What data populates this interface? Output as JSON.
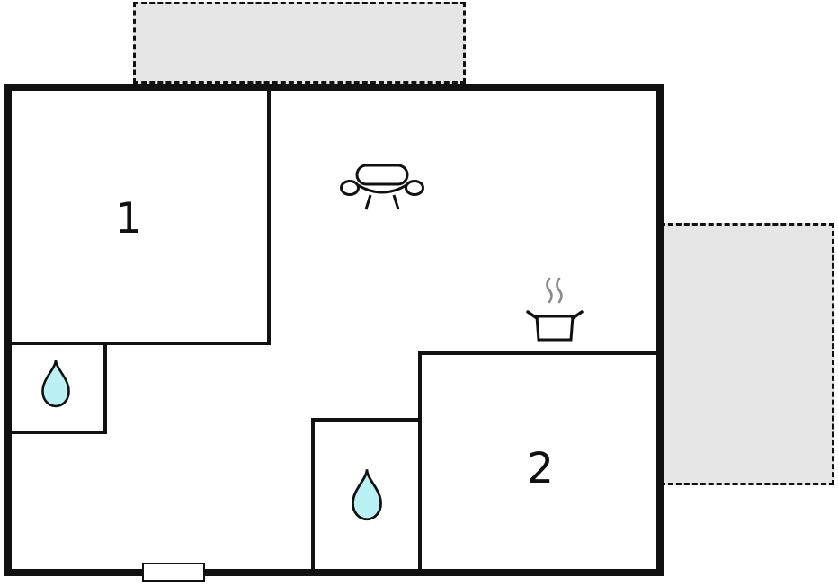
{
  "floorplan": {
    "rooms": [
      {
        "id": "room-1",
        "label": "1"
      },
      {
        "id": "room-2",
        "label": "2"
      }
    ],
    "colors": {
      "walls": "#111111",
      "annex_fill": "#e6e6e6",
      "water_drop_fill": "#baf1f5",
      "steam": "#8a8a8a",
      "background": "#ffffff"
    },
    "icons": [
      "sofa-icon",
      "stove-icon",
      "water-drop-icon",
      "water-drop-icon",
      "door-icon"
    ]
  }
}
